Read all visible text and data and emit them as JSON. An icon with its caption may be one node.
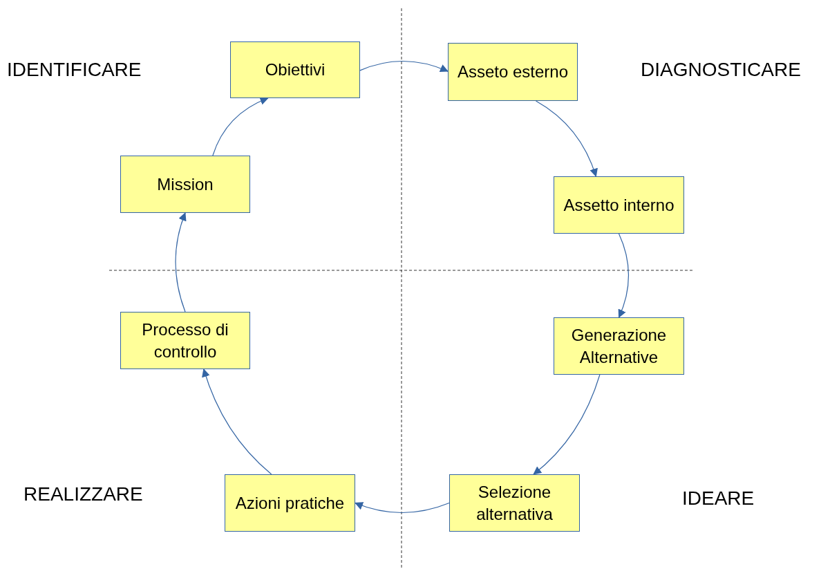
{
  "diagram": {
    "nodes": [
      {
        "text": [
          "Obiettivi"
        ]
      },
      {
        "text": [
          "Asseto esterno"
        ]
      },
      {
        "text": [
          "Assetto interno"
        ]
      },
      {
        "text": [
          "Generazione Alternative"
        ]
      },
      {
        "text": [
          "Selezione alternativa"
        ]
      },
      {
        "text": [
          "Azioni pratiche"
        ]
      },
      {
        "text": [
          "Processo di controllo"
        ]
      },
      {
        "text": [
          "Mission"
        ]
      }
    ],
    "edges": [
      {
        "from": 0,
        "to": 1,
        "arrow": "to"
      },
      {
        "from": 1,
        "to": 2,
        "arrow": "to"
      },
      {
        "from": 2,
        "to": 3,
        "arrow": "to"
      },
      {
        "from": 3,
        "to": 4,
        "arrow": "to"
      },
      {
        "from": 4,
        "to": 5,
        "arrow": "to"
      },
      {
        "from": 5,
        "to": 6,
        "arrow": "to"
      },
      {
        "from": 6,
        "to": 7,
        "arrow": "to"
      },
      {
        "from": 7,
        "to": 0,
        "arrow": "to"
      }
    ],
    "labels": [
      "IDENTIFICARE",
      "DIAGNOSTICARE",
      "REALIZZARE",
      "IDEARE"
    ]
  }
}
